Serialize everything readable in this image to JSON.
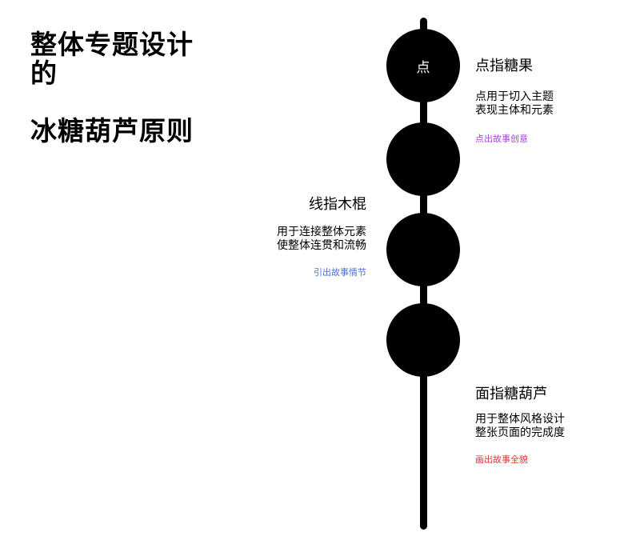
{
  "title": {
    "line1": "整体专题设计",
    "line2": "的",
    "line3": "冰糖葫芦原则"
  },
  "balls": [
    {
      "label": "点"
    },
    {
      "label": ""
    },
    {
      "label": ""
    },
    {
      "label": ""
    }
  ],
  "point": {
    "heading": "点指糖果",
    "desc1": "点用于切入主题",
    "desc2": "表现主体和元素",
    "story": "点出故事创意",
    "story_color": "#a445d6"
  },
  "line": {
    "heading": "线指木棍",
    "desc1": "用于连接整体元素",
    "desc2": "使整体连贯和流畅",
    "story": "引出故事情节",
    "story_color": "#4a6fd8"
  },
  "surface": {
    "heading": "面指糖葫芦",
    "desc1": "用于整体风格设计",
    "desc2": "整张页面的完成度",
    "story": "画出故事全貌",
    "story_color": "#e63232"
  }
}
